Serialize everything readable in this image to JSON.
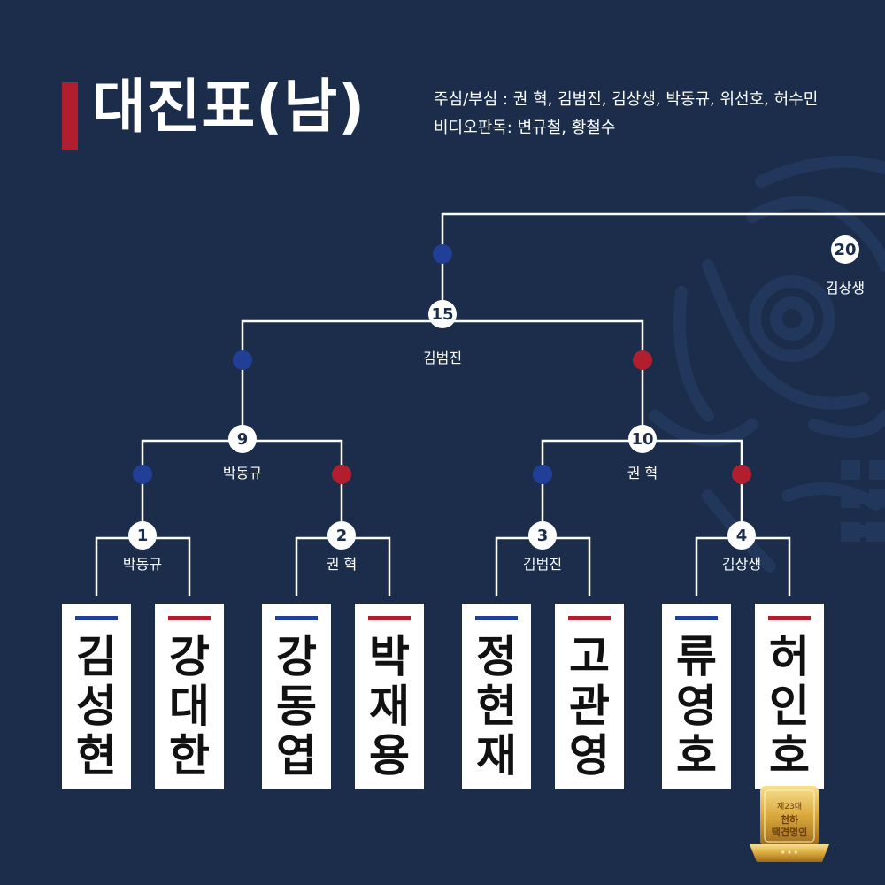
{
  "title": "대진표(남)",
  "referees_line": "주심/부심 : 권 혁, 김범진, 김상생, 박동규, 위선호, 허수민",
  "video_line": "비디오판독: 변규철, 황철수",
  "colors": {
    "background": "#1b2d4a",
    "blue_corner": "#213f97",
    "red_corner": "#b11f2e",
    "accent_bar": "#b11f2e",
    "line": "#ffffff"
  },
  "bouts": [
    {
      "number": "1",
      "referee": "박동규"
    },
    {
      "number": "2",
      "referee": "권 혁"
    },
    {
      "number": "3",
      "referee": "김범진"
    },
    {
      "number": "4",
      "referee": "김상생"
    },
    {
      "number": "9",
      "referee": "박동규"
    },
    {
      "number": "10",
      "referee": "권 혁"
    },
    {
      "number": "15",
      "referee": "김범진"
    },
    {
      "number": "20",
      "referee": "김상생"
    }
  ],
  "players": [
    {
      "name": "김\n성\n현",
      "corner": "blue"
    },
    {
      "name": "강\n대\n한",
      "corner": "red"
    },
    {
      "name": "강\n동\n엽",
      "corner": "blue"
    },
    {
      "name": "박\n재\n용",
      "corner": "red"
    },
    {
      "name": "정\n현\n재",
      "corner": "blue"
    },
    {
      "name": "고\n관\n영",
      "corner": "red"
    },
    {
      "name": "류\n영\n호",
      "corner": "blue"
    },
    {
      "name": "허\n인\n호",
      "corner": "red"
    }
  ],
  "badge": {
    "line1": "제23대",
    "line2": "천하",
    "line3": "택견명인",
    "stars": "★ ★ ★"
  }
}
